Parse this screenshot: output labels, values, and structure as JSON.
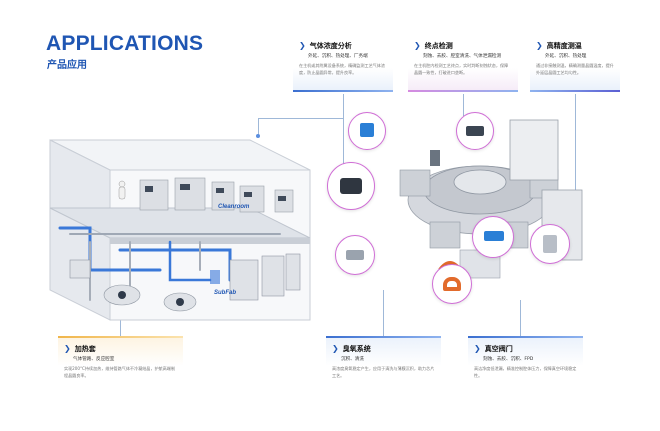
{
  "header": {
    "title": "APPLICATIONS",
    "subtitle": "产品应用"
  },
  "top_cards": [
    {
      "title": "气体浓度分析",
      "tags": "外延、沉积、热处理、厂务端",
      "desc": "在主机或其附属设备系统，精确监测工艺气体浓度，防止晶圆异常，提升良率。",
      "accent": "#3b6fd0"
    },
    {
      "title": "终点检测",
      "tags": "刻蚀、去胶、腔室清洗、气体泄漏检测",
      "desc": "在主机腔内检测工艺终点，实时判断刻蚀状态，保障晶圆一致性，打破进口垄断。",
      "accent": "#c77ad6"
    },
    {
      "title": "高精度测温",
      "tags": "外延、沉积、热处理",
      "desc": "通过非接触测温，精确测量晶圆温度，提升外延层晶圆工艺均匀性。",
      "accent": "#5b5fd3"
    }
  ],
  "bottom_cards": [
    {
      "title": "加热套",
      "tags": "气体管路、反应腔室",
      "desc": "实现200°C持续加热，维持管路气体不冷凝结晶，护航高端制程晶圆良率。",
      "accent": "#f0b54a"
    },
    {
      "title": "臭氧系统",
      "tags": "沉积、清洗",
      "desc": "高浓度臭氧稳定产生，应用于清洗与薄膜沉积，助力芯片工艺。",
      "accent": "#3b6fd0"
    },
    {
      "title": "真空阀门",
      "tags": "刻蚀、去胶、沉积、FPD",
      "desc": "高洁净度低泄漏，精准控制腔体压力，保障真空环境稳定性。",
      "accent": "#3b6fd0"
    }
  ],
  "diagram": {
    "clean_room_label": "Cleanroom",
    "sub_fab_label": "SubFab"
  },
  "colors": {
    "brand_blue": "#1f56b3",
    "bubble_border": "#d06ed6",
    "pipe_blue": "#3a78d8"
  }
}
